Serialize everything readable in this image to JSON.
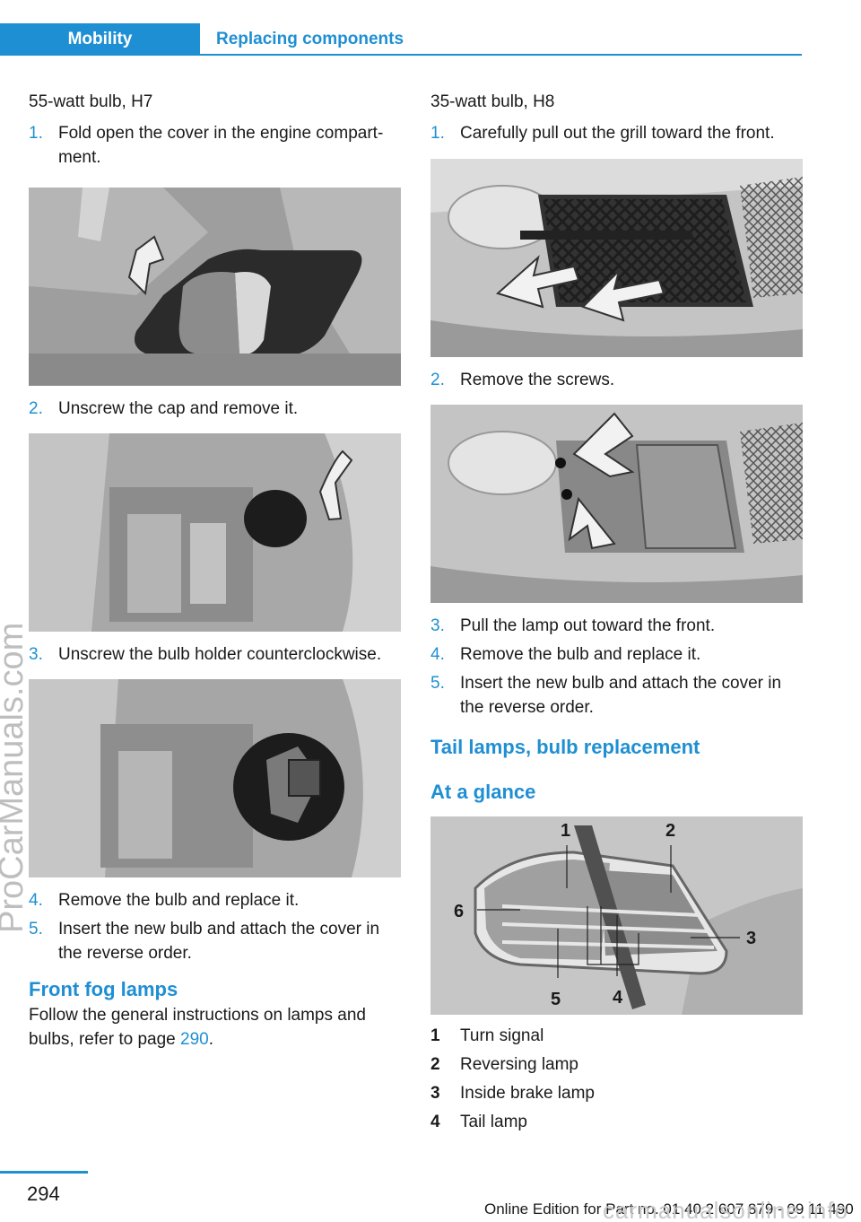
{
  "header": {
    "chapter": "Mobility",
    "section": "Replacing components"
  },
  "left": {
    "intro": "55-watt bulb, H7",
    "s1": {
      "num": "1.",
      "text": "Fold open the cover in the engine compart- ment."
    },
    "s2": {
      "num": "2.",
      "text": "Unscrew the cap and remove it."
    },
    "s3": {
      "num": "3.",
      "text": "Unscrew the bulb holder counterclockwise."
    },
    "s4": {
      "num": "4.",
      "text": "Remove the bulb and replace it."
    },
    "s5": {
      "num": "5.",
      "text": "Insert the new bulb and attach the cover in the reverse order."
    },
    "fog_heading": "Front fog lamps",
    "fog_text": "Follow the general instructions on lamps and bulbs, refer to page ",
    "fog_link": "290",
    "fog_end": "."
  },
  "right": {
    "intro": "35-watt bulb, H8",
    "s1": {
      "num": "1.",
      "text": "Carefully pull out the grill toward the front."
    },
    "s2": {
      "num": "2.",
      "text": "Remove the screws."
    },
    "s3": {
      "num": "3.",
      "text": "Pull the lamp out toward the front."
    },
    "s4": {
      "num": "4.",
      "text": "Remove the bulb and replace it."
    },
    "s5": {
      "num": "5.",
      "text": "Insert the new bulb and attach the cover in the reverse order."
    },
    "tail_heading": "Tail lamps, bulb replacement",
    "glance_heading": "At a glance",
    "callouts": {
      "c1": "1",
      "c2": "2",
      "c3": "3",
      "c4": "4",
      "c5": "5",
      "c6": "6"
    },
    "legend": [
      {
        "num": "1",
        "label": "Turn signal"
      },
      {
        "num": "2",
        "label": "Reversing lamp"
      },
      {
        "num": "3",
        "label": "Inside brake lamp"
      },
      {
        "num": "4",
        "label": "Tail lamp"
      }
    ]
  },
  "footer": {
    "page": "294",
    "edition": "Online Edition for Part no. 01 40 2 607 879 - 09 11 490",
    "site": "carmanualsonline.info"
  },
  "watermark": "ProCarManuals.com"
}
